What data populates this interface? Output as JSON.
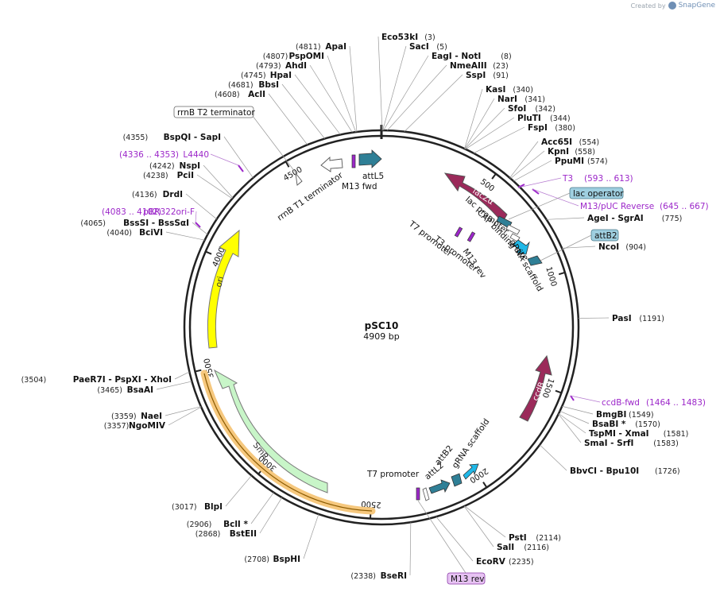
{
  "header": {
    "created_by": "Created by",
    "brand": "SnapGene"
  },
  "map": {
    "name": "pSC10",
    "length_label": "4909 bp",
    "length": 4909,
    "colors": {
      "backbone": "#222222",
      "lacZa": "#9b2a5a",
      "ccdB": "#9b2a5a",
      "ori": "#ffff00",
      "SmR": "#c8f5c8",
      "att": "#2f7f96",
      "gRNA": "#1fb8e8",
      "promoter": "#ffffff",
      "primer": "#9c27c9",
      "label_box": "#9fcfe0"
    }
  },
  "ticks": [
    {
      "pos": 500,
      "label": "500"
    },
    {
      "pos": 1000,
      "label": "1000"
    },
    {
      "pos": 1500,
      "label": "1500"
    },
    {
      "pos": 2000,
      "label": "2000"
    },
    {
      "pos": 2500,
      "label": "2500"
    },
    {
      "pos": 3000,
      "label": "3000"
    },
    {
      "pos": 3500,
      "label": "3500"
    },
    {
      "pos": 4000,
      "label": "4000"
    },
    {
      "pos": 4500,
      "label": "4500"
    }
  ],
  "sites": [
    {
      "pos": 4811,
      "name": "ApaI",
      "pos_text": "(4811)"
    },
    {
      "pos": 4807,
      "name": "PspOMI",
      "pos_text": "(4807)"
    },
    {
      "pos": 4793,
      "name": "AhdI",
      "pos_text": "(4793)"
    },
    {
      "pos": 4745,
      "name": "HpaI",
      "pos_text": "(4745)"
    },
    {
      "pos": 4681,
      "name": "BbsI",
      "pos_text": "(4681)"
    },
    {
      "pos": 4608,
      "name": "AclI",
      "pos_text": "(4608)"
    },
    {
      "pos": 4355,
      "name": "BspQI  - SapI",
      "pos_text": "(4355)"
    },
    {
      "pos": 4242,
      "name": "NspI",
      "pos_text": "(4242)"
    },
    {
      "pos": 4238,
      "name": "PciI",
      "pos_text": "(4238)"
    },
    {
      "pos": 4136,
      "name": "DrdI",
      "pos_text": "(4136)"
    },
    {
      "pos": 4065,
      "name": "BssSI  - BssSαI",
      "pos_text": "(4065)"
    },
    {
      "pos": 4040,
      "name": "BciVI",
      "pos_text": "(4040)"
    },
    {
      "pos": 3504,
      "name": "PaeR7I  - PspXI  - XhoI",
      "pos_text": "(3504)"
    },
    {
      "pos": 3465,
      "name": "BsaAI",
      "pos_text": "(3465)"
    },
    {
      "pos": 3359,
      "name": "NaeI",
      "pos_text": "(3359)"
    },
    {
      "pos": 3357,
      "name": "NgoMIV",
      "pos_text": "(3357)"
    },
    {
      "pos": 3017,
      "name": "BlpI",
      "pos_text": "(3017)"
    },
    {
      "pos": 2906,
      "name": "BclI *",
      "pos_text": "(2906)"
    },
    {
      "pos": 2868,
      "name": "BstEII",
      "pos_text": "(2868)"
    },
    {
      "pos": 2708,
      "name": "BspHI",
      "pos_text": "(2708)"
    },
    {
      "pos": 2338,
      "name": "BseRI",
      "pos_text": "(2338)"
    },
    {
      "pos": 3,
      "name": "Eco53kI",
      "pos_text": "(3)"
    },
    {
      "pos": 5,
      "name": "SacI",
      "pos_text": "(5)"
    },
    {
      "pos": 8,
      "name": "EagI  - NotI",
      "pos_text": "(8)"
    },
    {
      "pos": 23,
      "name": "NmeAIII",
      "pos_text": "(23)"
    },
    {
      "pos": 91,
      "name": "SspI",
      "pos_text": "(91)"
    },
    {
      "pos": 340,
      "name": "KasI",
      "pos_text": "(340)"
    },
    {
      "pos": 341,
      "name": "NarI",
      "pos_text": "(341)"
    },
    {
      "pos": 342,
      "name": "SfoI",
      "pos_text": "(342)"
    },
    {
      "pos": 344,
      "name": "PluTI",
      "pos_text": "(344)"
    },
    {
      "pos": 380,
      "name": "FspI",
      "pos_text": "(380)"
    },
    {
      "pos": 554,
      "name": "Acc65I",
      "pos_text": "(554)"
    },
    {
      "pos": 558,
      "name": "KpnI",
      "pos_text": "(558)"
    },
    {
      "pos": 574,
      "name": "PpuMI",
      "pos_text": "(574)"
    },
    {
      "pos": 775,
      "name": "AgeI  - SgrAI",
      "pos_text": "(775)"
    },
    {
      "pos": 904,
      "name": "NcoI",
      "pos_text": "(904)"
    },
    {
      "pos": 1191,
      "name": "PasI",
      "pos_text": "(1191)"
    },
    {
      "pos": 1549,
      "name": "BmgBI",
      "pos_text": "(1549)"
    },
    {
      "pos": 1570,
      "name": "BsaBI *",
      "pos_text": "(1570)"
    },
    {
      "pos": 1581,
      "name": "TspMI  - XmaI",
      "pos_text": "(1581)"
    },
    {
      "pos": 1583,
      "name": "SmaI  - SrfI",
      "pos_text": "(1583)"
    },
    {
      "pos": 1726,
      "name": "BbvCI  - Bpu10I",
      "pos_text": "(1726)"
    },
    {
      "pos": 2114,
      "name": "PstI",
      "pos_text": "(2114)"
    },
    {
      "pos": 2116,
      "name": "SalI",
      "pos_text": "(2116)"
    },
    {
      "pos": 2235,
      "name": "EcoRV",
      "pos_text": "(2235)"
    }
  ],
  "primers": [
    {
      "name": "L4440",
      "range_text": "(4336 .. 4353)"
    },
    {
      "name": "pBR322ori-F",
      "range_text": "(4083 .. 4102)"
    },
    {
      "name": "T3",
      "range_text": "(593 .. 613)"
    },
    {
      "name": "M13/pUC Reverse",
      "range_text": "(645 .. 667)"
    },
    {
      "name": "ccdB-fwd",
      "range_text": "(1464 .. 1483)"
    }
  ],
  "boxed_labels": {
    "rrnB_T2": "rrnB T2 terminator",
    "lac_operator": "lac operator",
    "attB2": "attB2",
    "m13_rev": "M13 rev"
  },
  "features": {
    "lacZa": "lacZα",
    "ccdB": "ccdB",
    "ori": "ori",
    "SmR": "SmR",
    "attL5": "attL5",
    "m13_fwd": "M13 fwd",
    "rrnB_T1": "rrnB T1 terminator",
    "lac_promoter": "lac promoter",
    "cap": "CAP binding site",
    "gRNA_1": "gRNA scaffold",
    "m13_rev_inner": "M13 rev",
    "t7_promoter_1": "T7 promoter",
    "t3_promoter": "T3 promoter",
    "t7_promoter_2": "T7 promoter",
    "attL2": "attL2",
    "attB2_inner": "attB2",
    "gRNA_2": "gRNA scaffold"
  }
}
